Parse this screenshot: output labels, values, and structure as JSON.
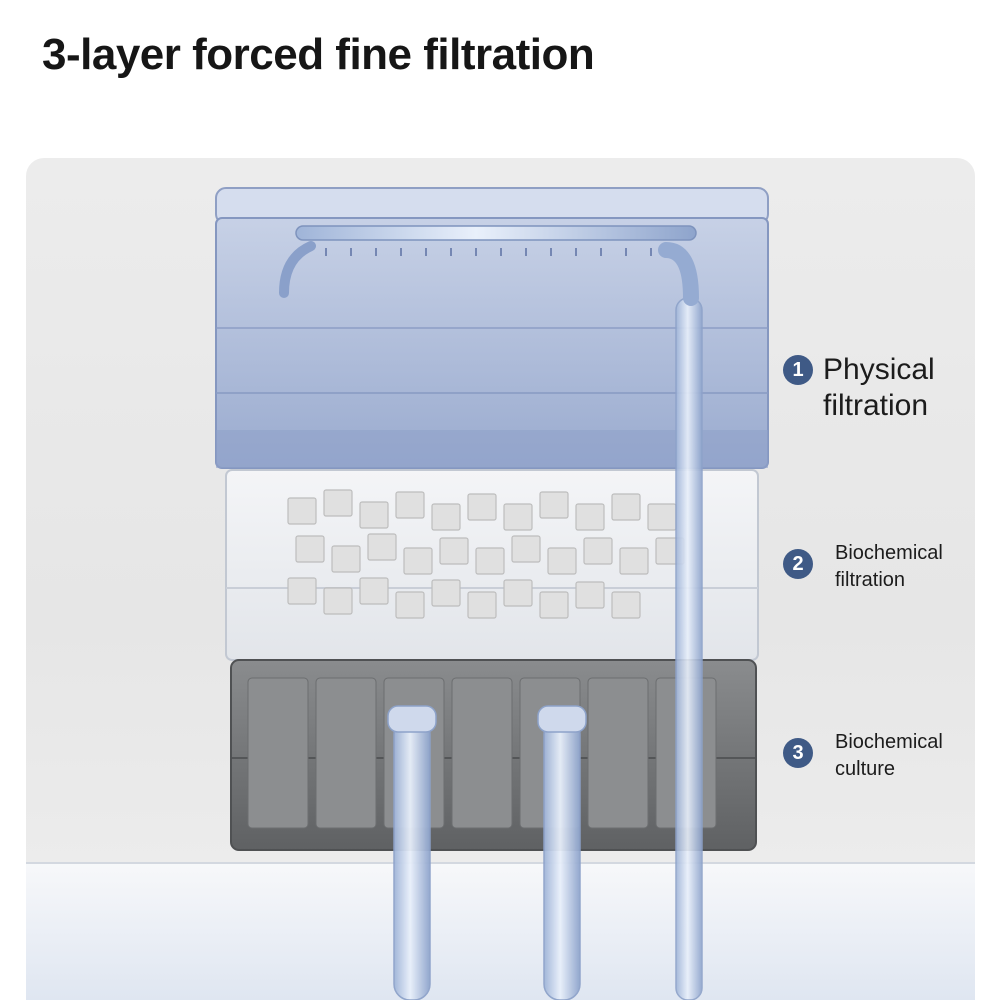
{
  "title": "3-layer forced fine filtration",
  "layers": [
    {
      "number": "1",
      "line1": "Physical",
      "line2": "filtration"
    },
    {
      "number": "2",
      "line1": "Biochemical",
      "line2": "filtration"
    },
    {
      "number": "3",
      "line1": "Biochemical",
      "line2": "culture"
    }
  ],
  "colors": {
    "badge": "#3f5a86",
    "top_tray": "#a9b8d6",
    "middle_tray": "#eef1f5",
    "bottom_tray": "#6f7173",
    "media_cubes": "#e4e4e4"
  }
}
